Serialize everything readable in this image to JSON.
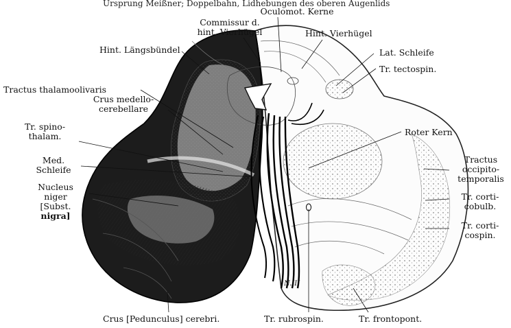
{
  "header_fragment": "Ursprung Meißner; Doppelbahn, Lidhebungen des oberen Augenlids",
  "labels": {
    "oculomot_kerne": "Oculomot. Kerne",
    "commissur_line1": "Commissur d.",
    "commissur_line2": "hint. Vierhügel",
    "hint_vierhuegel": "Hint. Vierhügel",
    "hint_laengsbuendel": "Hint. Längsbündel",
    "lat_schleife": "Lat. Schleife",
    "tr_tectospin": "Tr. tectospin.",
    "tractus_thalamoolivaris": "Tractus thalamoolivaris",
    "crus_medello_line1": "Crus medello-",
    "crus_medello_line2": "cerebellare",
    "roter_kern": "Roter Kern",
    "tr_spinothalam_line1": "Tr. spino-",
    "tr_spinothalam_line2": "thalam.",
    "med_schleife_line1": "Med.",
    "med_schleife_line2": "Schleife",
    "tractus_occipito_line1": "Tractus",
    "tractus_occipito_line2": "occipito-",
    "tractus_occipito_line3": "temporalis",
    "nucleus_niger_line1": "Nucleus",
    "nucleus_niger_line2": "niger",
    "nucleus_niger_line3": "[Subst.",
    "nucleus_niger_line4": "nigra]",
    "tr_corticobulb_line1": "Tr. corti-",
    "tr_corticobulb_line2": "cobulb.",
    "tr_corticospin_line1": "Tr. corti-",
    "tr_corticospin_line2": "cospin.",
    "nerve_label": "N.III",
    "crus_pedunculus": "Crus [Pedunculus] cerebri.",
    "tr_rubrospin": "Tr. rubrospin.",
    "tr_frontopont": "Tr. frontopont."
  }
}
